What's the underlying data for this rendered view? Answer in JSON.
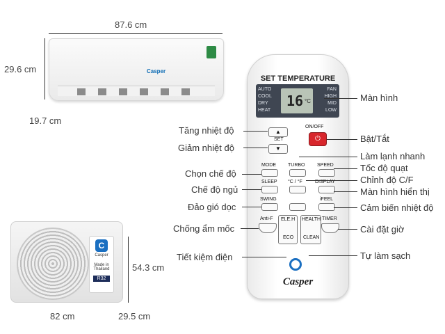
{
  "dimensions": {
    "indoor_width": "87.6 cm",
    "indoor_height": "29.6 cm",
    "indoor_depth": "19.7 cm",
    "outdoor_width": "82 cm",
    "outdoor_height": "54.3 cm",
    "outdoor_depth": "29.5 cm"
  },
  "indoor_unit": {
    "brand": "Casper"
  },
  "outdoor_unit": {
    "badge_brand": "Casper",
    "made_in": "Made in Thailand",
    "refrigerant": "R32"
  },
  "remote": {
    "header": "SET TEMPERATURE",
    "modes": [
      "AUTO",
      "COOL",
      "DRY",
      "HEAT"
    ],
    "fan_speeds": [
      "FAN",
      "HIGH",
      "MID",
      "LOW"
    ],
    "temperature": "16",
    "temp_unit": "°C",
    "set_label": "SET",
    "on_off_label": "ON/OFF",
    "buttons": {
      "mode": "MODE",
      "turbo": "TURBO",
      "speed": "SPEED",
      "sleep": "SLEEP",
      "c_f": "°C / °F",
      "display": "DISPLAY",
      "swing": "SWING",
      "ifeel": "iFEEL",
      "anti_f": "Anti-F",
      "eleh": "ELE.H",
      "health": "HEALTH",
      "timer": "TIMER",
      "eco": "ECO",
      "clean": "CLEAN"
    },
    "brand": "Casper"
  },
  "callouts_left": {
    "tang_nhiet_do": "Tăng nhiệt độ",
    "giam_nhiet_do": "Giảm nhiệt độ",
    "chon_che_do": "Chọn chế độ",
    "che_do_ngu": "Chế độ ngủ",
    "dao_gio_doc": "Đảo gió dọc",
    "chong_am_moc": "Chống ẩm mốc",
    "tiet_kiem_dien": "Tiết kiệm điện"
  },
  "callouts_right": {
    "man_hinh": "Màn hình",
    "bat_tat": "Bật/Tắt",
    "lam_lanh_nhanh": "Làm lạnh nhanh",
    "toc_do_quat": "Tốc độ quạt",
    "chinh_do": "Chỉnh độ C/F",
    "man_hinh_hien_thi": "Màn hình hiển thị",
    "cam_bien": "Cảm biến nhiệt độ",
    "cai_dat_gio": "Cài đặt giờ",
    "tu_lam_sach": "Tự làm sạch"
  }
}
